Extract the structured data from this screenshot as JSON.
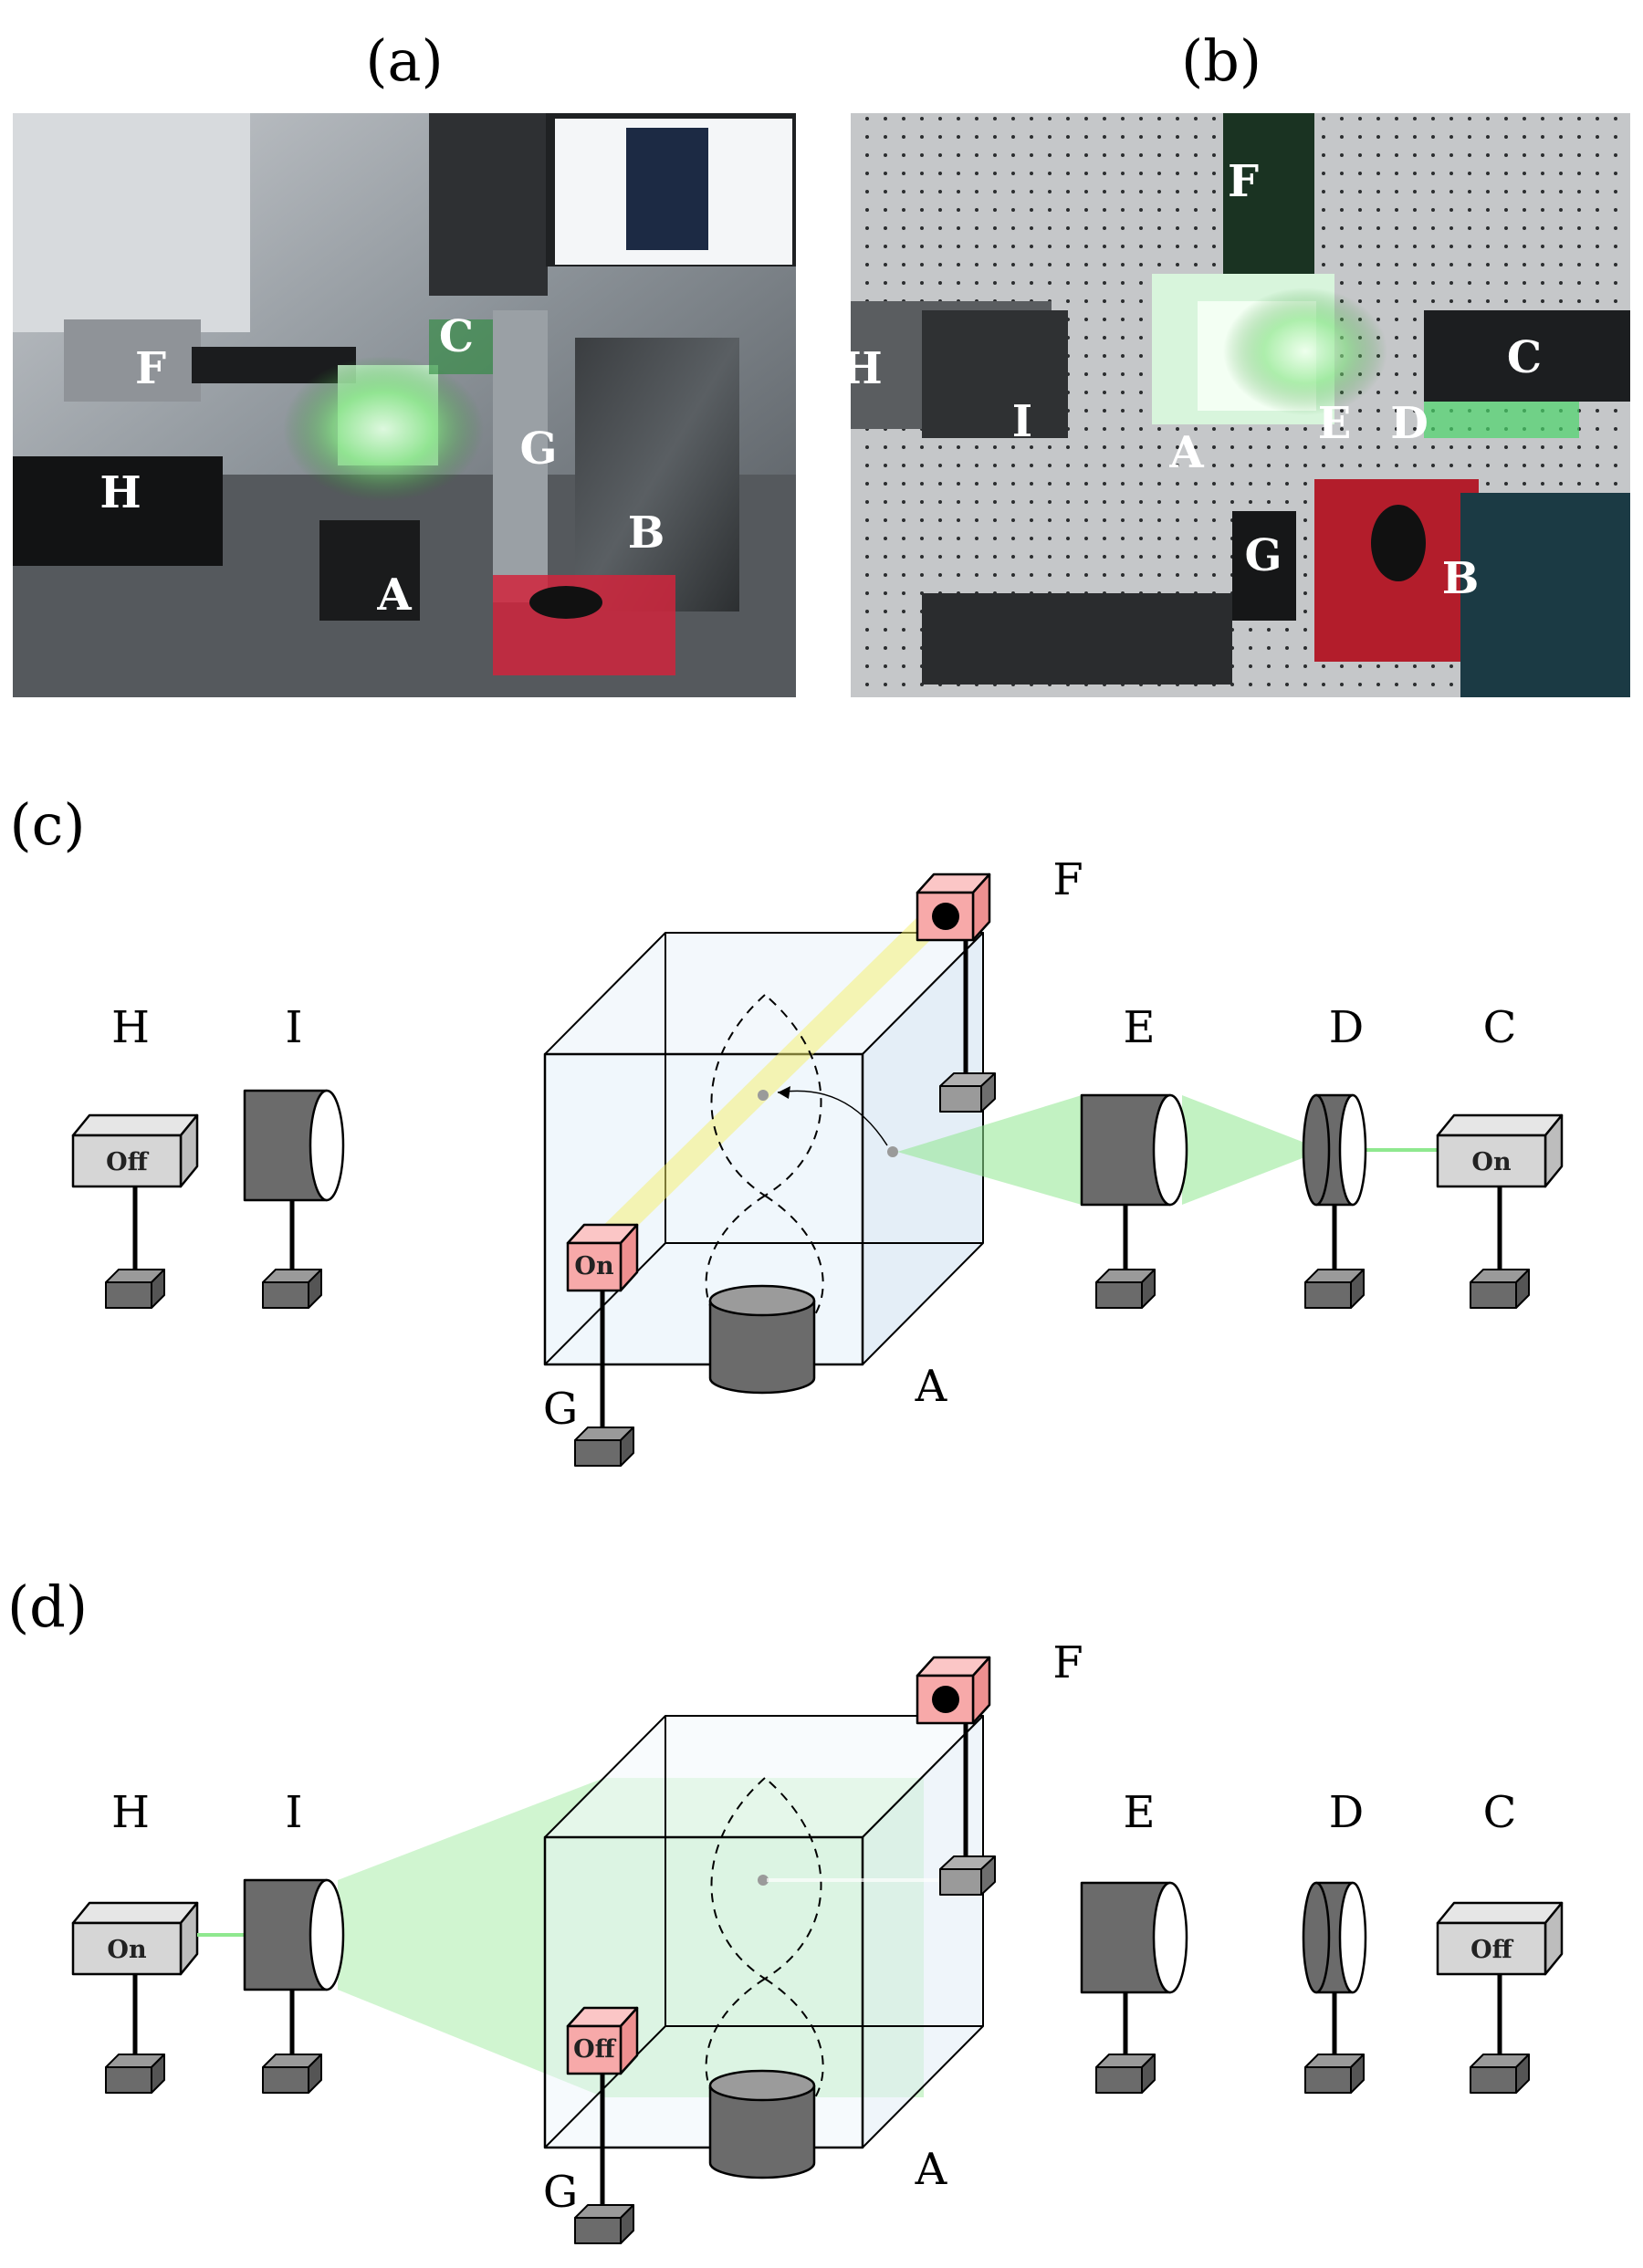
{
  "panels": {
    "a": "(a)",
    "b": "(b)",
    "c": "(c)",
    "d": "(d)"
  },
  "photo_a_labels": {
    "F": "F",
    "C": "C",
    "G": "G",
    "H": "H",
    "B": "B",
    "A": "A"
  },
  "photo_b_labels": {
    "F": "F",
    "H": "H",
    "I": "I",
    "A": "A",
    "E": "E",
    "D": "D",
    "C": "C",
    "G": "G",
    "B": "B"
  },
  "diagram_c": {
    "labels": {
      "F": "F",
      "H": "H",
      "I": "I",
      "E": "E",
      "D": "D",
      "C": "C",
      "G": "G",
      "A": "A"
    },
    "states": {
      "H": "Off",
      "C": "On",
      "G": "On"
    }
  },
  "diagram_d": {
    "labels": {
      "F": "F",
      "H": "H",
      "I": "I",
      "E": "E",
      "D": "D",
      "C": "C",
      "G": "G",
      "A": "A"
    },
    "states": {
      "H": "On",
      "C": "Off",
      "G": "Off"
    }
  },
  "colors": {
    "laser_green": "#8fe88f",
    "camera_red": "#f7a9a9",
    "box_fill": "#eaf3fb",
    "post_dark": "#6b6b6b"
  }
}
